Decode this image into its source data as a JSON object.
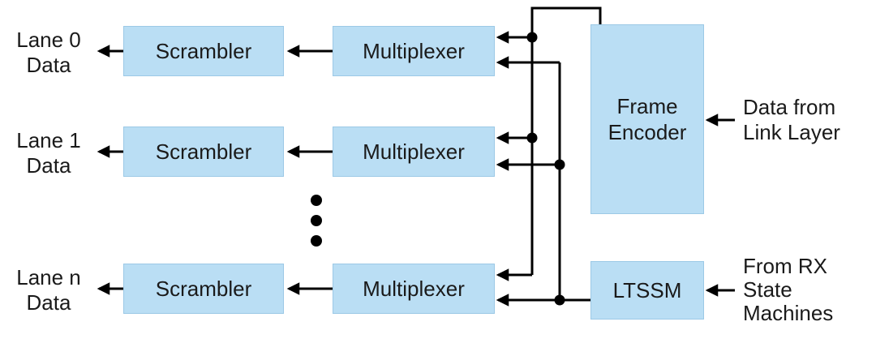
{
  "colors": {
    "background": "#ffffff",
    "box_fill": "#badef4",
    "box_border": "#9cc9e6",
    "line": "#000000",
    "text": "#1a1a1a"
  },
  "lanes": [
    {
      "name": "Lane 0",
      "data_word": "Data",
      "scrambler": "Scrambler",
      "multiplexer": "Multiplexer"
    },
    {
      "name": "Lane 1",
      "data_word": "Data",
      "scrambler": "Scrambler",
      "multiplexer": "Multiplexer"
    },
    {
      "name": "Lane n",
      "data_word": "Data",
      "scrambler": "Scrambler",
      "multiplexer": "Multiplexer"
    }
  ],
  "blocks": {
    "frame_encoder": "Frame Encoder",
    "ltssm": "LTSSM"
  },
  "external_inputs": {
    "link_layer": [
      "Data from",
      "Link Layer"
    ],
    "rx_state_machines": [
      "From RX",
      "State",
      "Machines"
    ]
  }
}
